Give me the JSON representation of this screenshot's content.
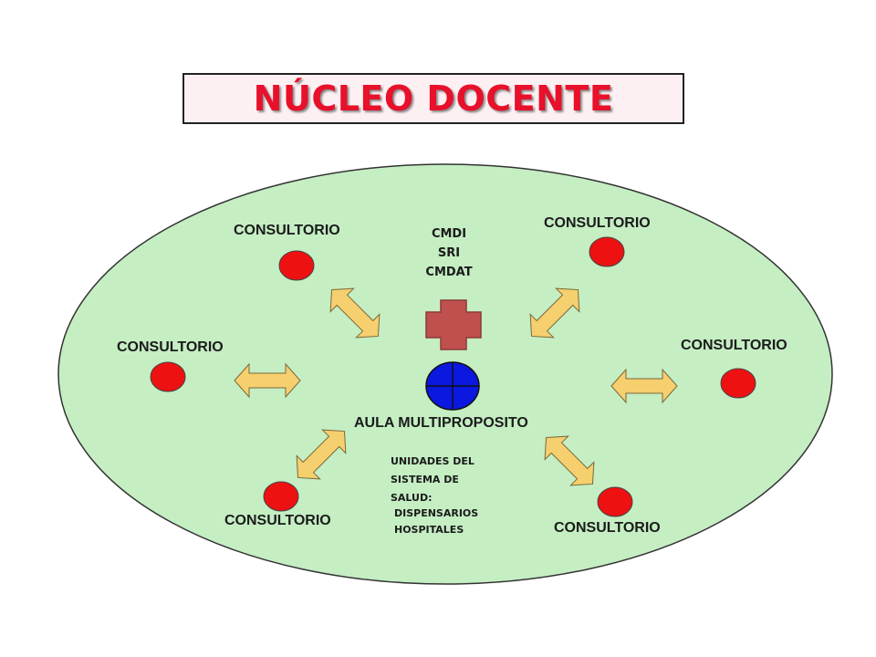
{
  "title": "NÚCLEO DOCENTE",
  "colors": {
    "title_text": "#e8102a",
    "ellipse_fill": "#c5eec3",
    "node_red": "#ee1111",
    "arrow_fill": "#f6cf6e",
    "cross_fill": "#c0504d",
    "globe_fill": "#0a18e0"
  },
  "nodes": {
    "top_left": "CONSULTORIO",
    "top_right": "CONSULTORIO",
    "mid_left": "CONSULTORIO",
    "mid_right": "CONSULTORIO",
    "bottom_left": "CONSULTORIO",
    "bottom_right": "CONSULTORIO"
  },
  "center_items": [
    "CMDI",
    "SRI",
    "CMDAT"
  ],
  "center_label": "AULA MULTIPROPOSITO",
  "units": {
    "heading_lines": [
      "UNIDADES DEL",
      "SISTEMA DE",
      "SALUD:"
    ],
    "sub_items": [
      "DISPENSARIOS",
      "HOSPITALES"
    ]
  },
  "icons": {
    "cross": "medical-cross-icon",
    "globe": "globe-icon"
  }
}
